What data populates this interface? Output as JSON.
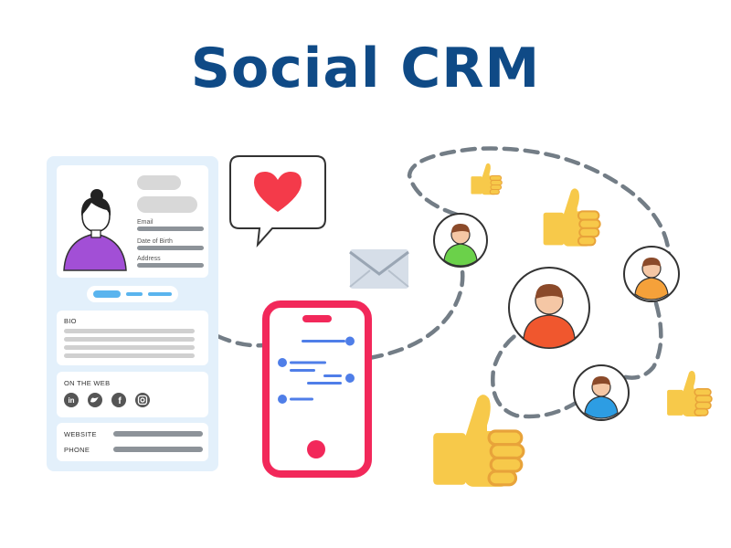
{
  "title": "Social CRM",
  "profile_card": {
    "field_labels": [
      "Email",
      "Date of Birth",
      "Address"
    ],
    "bio_label": "BIO",
    "web_label": "ON THE WEB",
    "social_icons": [
      "linkedin-icon",
      "twitter-icon",
      "facebook-icon",
      "instagram-icon"
    ],
    "contact_labels": [
      "WEBSITE",
      "PHONE"
    ]
  },
  "colors": {
    "title": "#0f4a86",
    "phone": "#f2285a",
    "heart": "#f43a4a",
    "dashed_line": "#737d86",
    "thumb": "#f7c94a",
    "chat_bubble": "#4f7ee8",
    "card_bg": "#e3f0fb"
  }
}
